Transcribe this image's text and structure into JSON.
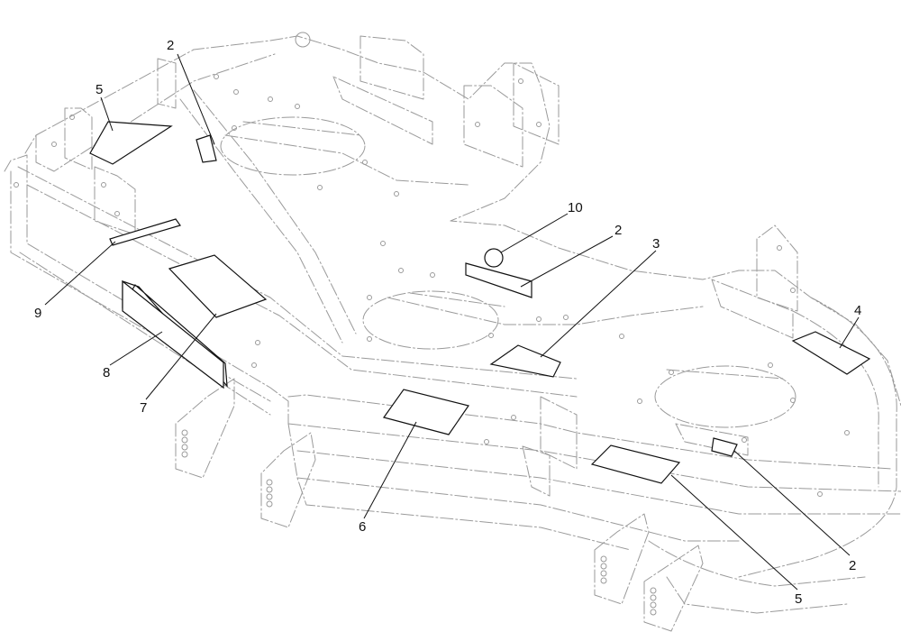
{
  "callouts": [
    {
      "id": "c2-top",
      "label": "2"
    },
    {
      "id": "c5-top",
      "label": "5"
    },
    {
      "id": "c10",
      "label": "10"
    },
    {
      "id": "c2-mid",
      "label": "2"
    },
    {
      "id": "c3",
      "label": "3"
    },
    {
      "id": "c4",
      "label": "4"
    },
    {
      "id": "c9",
      "label": "9"
    },
    {
      "id": "c8",
      "label": "8"
    },
    {
      "id": "c7",
      "label": "7"
    },
    {
      "id": "c6",
      "label": "6"
    },
    {
      "id": "c2-bottom",
      "label": "2"
    },
    {
      "id": "c5-bottom",
      "label": "5"
    }
  ]
}
